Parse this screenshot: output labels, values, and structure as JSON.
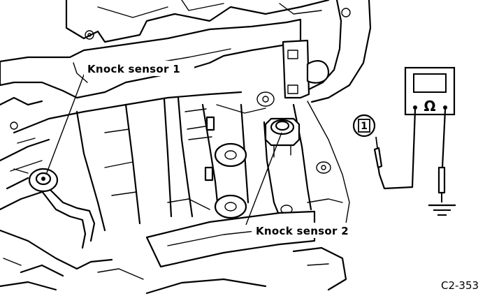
{
  "labels": {
    "sensor_1": "Knock sensor 1",
    "sensor_2": "Knock sensor 2",
    "terminal": "1",
    "meter_symbol": "Ω",
    "figure_code": "C2-353"
  }
}
